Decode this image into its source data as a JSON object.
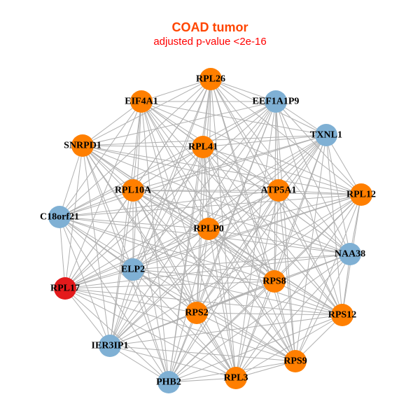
{
  "title": "COAD tumor",
  "subtitle": "adjusted p-value <2e-16",
  "colors": {
    "orange": "#ff7f00",
    "blue": "#7fb0d4",
    "red": "#e41a1c",
    "edge": "#b0b0b0"
  },
  "nodes": [
    {
      "id": "RPL26",
      "group": "orange"
    },
    {
      "id": "EEF1A1P9",
      "group": "blue"
    },
    {
      "id": "EIF4A1",
      "group": "orange"
    },
    {
      "id": "TXNL1",
      "group": "blue"
    },
    {
      "id": "SNRPD1",
      "group": "orange"
    },
    {
      "id": "RPL41",
      "group": "orange"
    },
    {
      "id": "RPL10A",
      "group": "orange"
    },
    {
      "id": "ATP5A1",
      "group": "orange"
    },
    {
      "id": "RPL12",
      "group": "orange"
    },
    {
      "id": "C18orf21",
      "group": "blue"
    },
    {
      "id": "RPLP0",
      "group": "orange"
    },
    {
      "id": "NAA38",
      "group": "blue"
    },
    {
      "id": "ELP2",
      "group": "blue"
    },
    {
      "id": "RPS8",
      "group": "orange"
    },
    {
      "id": "RPL17",
      "group": "red"
    },
    {
      "id": "RPS2",
      "group": "orange"
    },
    {
      "id": "RPS12",
      "group": "orange"
    },
    {
      "id": "IER3IP1",
      "group": "blue"
    },
    {
      "id": "RPS9",
      "group": "orange"
    },
    {
      "id": "PHB2",
      "group": "blue"
    },
    {
      "id": "RPL3",
      "group": "orange"
    }
  ],
  "edges": "all-pairs"
}
